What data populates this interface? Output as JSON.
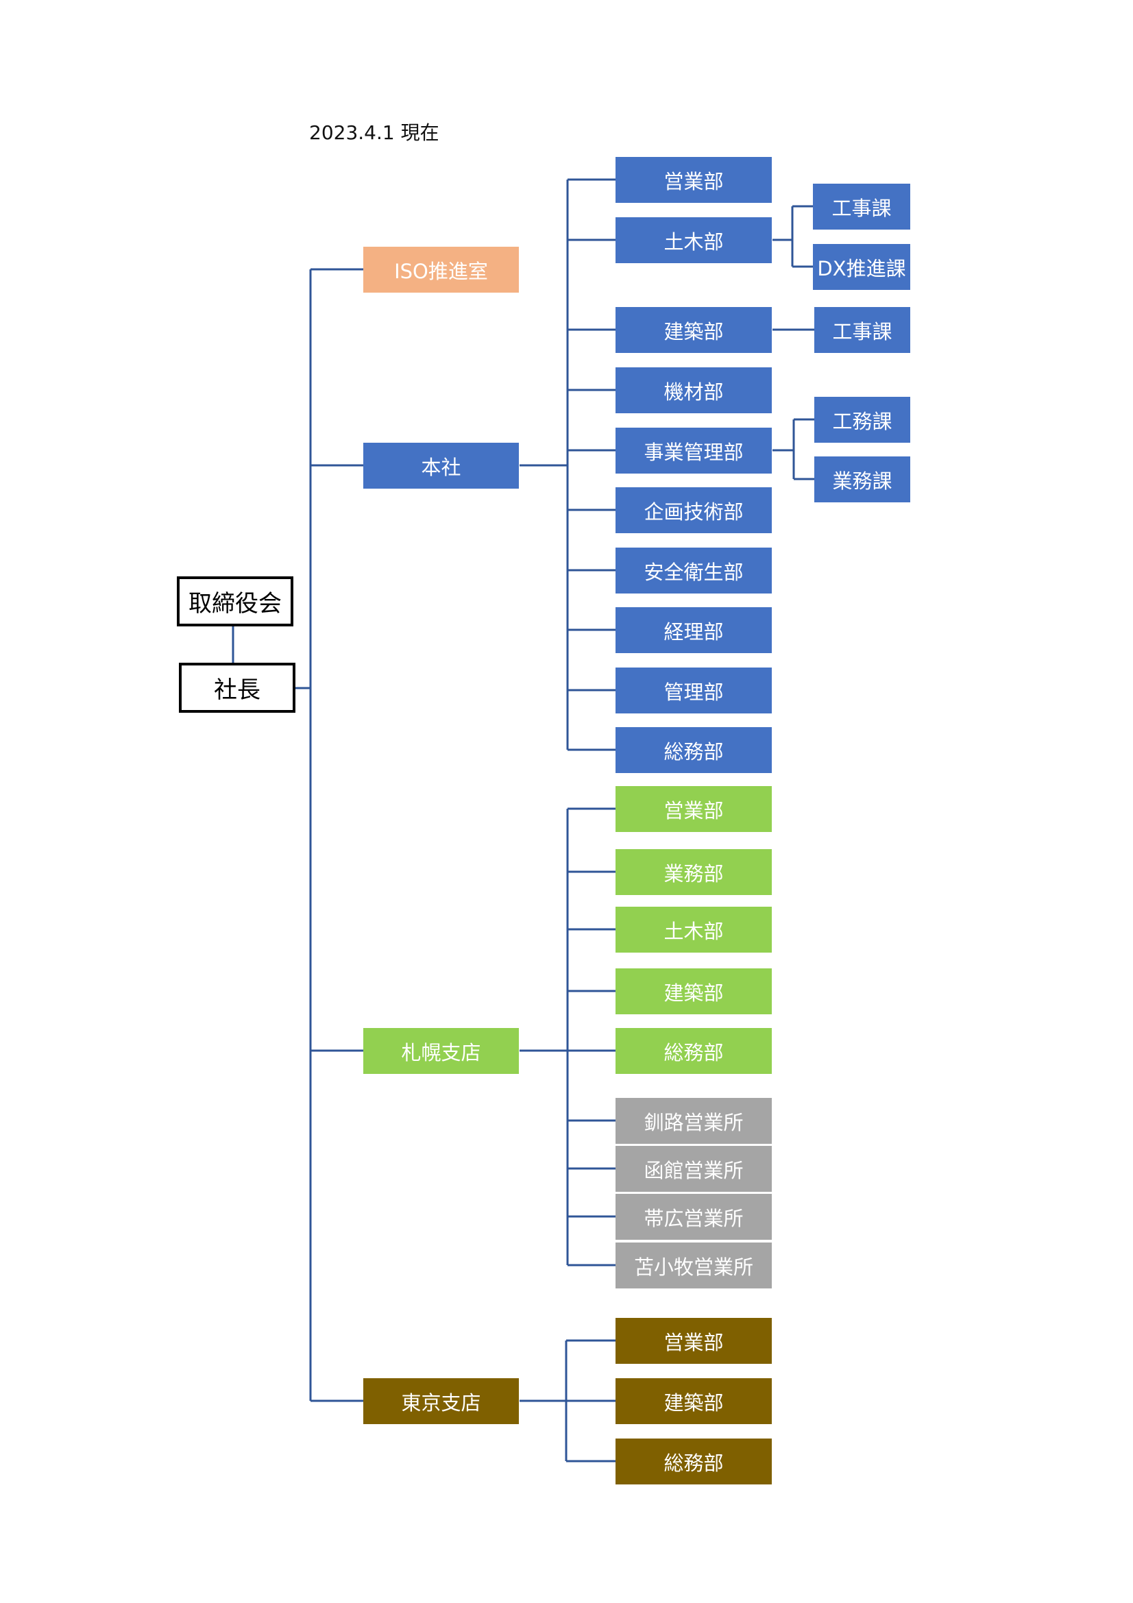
{
  "date_label": "2023.4.1 現在",
  "colors": {
    "line": "#2f5597",
    "honsha": "#4472c4",
    "sapporo": "#92d050",
    "office": "#a5a5a5",
    "tokyo": "#7f6000",
    "iso": "#f4b183"
  },
  "top": {
    "board": "取締役会",
    "president": "社長"
  },
  "level1": {
    "iso": "ISO推進室",
    "honsha": "本社",
    "sapporo": "札幌支店",
    "tokyo": "東京支店"
  },
  "honsha_depts": [
    "営業部",
    "土木部",
    "建築部",
    "機材部",
    "事業管理部",
    "企画技術部",
    "安全衛生部",
    "経理部",
    "管理部",
    "総務部"
  ],
  "honsha_sections": {
    "doboku": [
      "工事課",
      "DX推進課"
    ],
    "kenchiku": [
      "工事課"
    ],
    "jigyou": [
      "工務課",
      "業務課"
    ]
  },
  "sapporo_depts": [
    "営業部",
    "業務部",
    "土木部",
    "建築部",
    "総務部"
  ],
  "sapporo_offices": [
    "釧路営業所",
    "函館営業所",
    "帯広営業所",
    "苫小牧営業所"
  ],
  "tokyo_depts": [
    "営業部",
    "建築部",
    "総務部"
  ]
}
